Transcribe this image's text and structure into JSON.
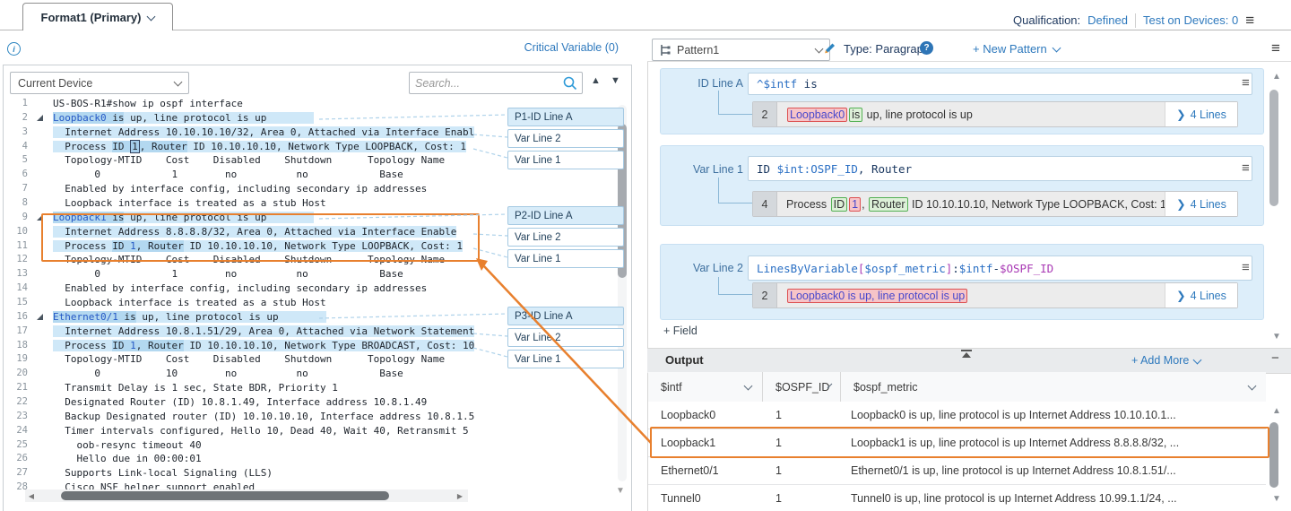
{
  "tab_bar": {
    "active_tab": "Format1 (Primary)",
    "add_tab": "+",
    "qualification_label": "Qualification:",
    "qualification_value": "Defined",
    "test_on_devices": "Test on Devices: 0"
  },
  "left_panel": {
    "critical_variable": "Critical Variable (0)",
    "device_selector": "Current Device",
    "search_placeholder": "Search...",
    "code_lines": [
      {
        "n": 1,
        "fold": false,
        "seg": [
          [
            "US-BOS-R1#show ip ospf interface",
            "p"
          ]
        ]
      },
      {
        "n": 2,
        "fold": true,
        "seg": [
          [
            "Loopback0",
            "b"
          ],
          [
            " is",
            "t"
          ],
          [
            " up, line protocol is up        ",
            "h"
          ]
        ]
      },
      {
        "n": 3,
        "fold": false,
        "seg": [
          [
            "  Internet Address 10.10.10.10/32, Area 0, Attached via Interface Enabl",
            "h"
          ]
        ]
      },
      {
        "n": 4,
        "fold": false,
        "seg": [
          [
            "  Process ",
            "h"
          ],
          [
            "ID ",
            "t"
          ],
          [
            "1",
            "x"
          ],
          [
            ", Router",
            "t"
          ],
          [
            " ID 10.10.10.10, Network Type LOOPBACK, Cost: 1",
            "h"
          ]
        ]
      },
      {
        "n": 5,
        "fold": false,
        "seg": [
          [
            "  Topology-MTID    Cost    Disabled    Shutdown      Topology Name",
            "p"
          ]
        ]
      },
      {
        "n": 6,
        "fold": false,
        "seg": [
          [
            "       0            1        no          no            Base",
            "p"
          ]
        ]
      },
      {
        "n": 7,
        "fold": false,
        "seg": [
          [
            "  Enabled by interface config, including secondary ip addresses",
            "p"
          ]
        ]
      },
      {
        "n": 8,
        "fold": false,
        "seg": [
          [
            "  Loopback interface is treated as a stub Host",
            "p"
          ]
        ]
      },
      {
        "n": 9,
        "fold": true,
        "seg": [
          [
            "Loopback1",
            "b"
          ],
          [
            " is",
            "t"
          ],
          [
            " up, line protocol is up        ",
            "h"
          ]
        ]
      },
      {
        "n": 10,
        "fold": false,
        "seg": [
          [
            "  Internet Address 8.8.8.8/32, Area 0, Attached via Interface Enable",
            "h"
          ]
        ]
      },
      {
        "n": 11,
        "fold": false,
        "seg": [
          [
            "  Process ",
            "h"
          ],
          [
            "ID ",
            "t"
          ],
          [
            "1",
            "bn"
          ],
          [
            ", Router",
            "t"
          ],
          [
            " ID 10.10.10.10, Network Type LOOPBACK, Cost: 1",
            "h"
          ]
        ]
      },
      {
        "n": 12,
        "fold": false,
        "seg": [
          [
            "  Topology-MTID    Cost    Disabled    Shutdown      Topology Name",
            "p"
          ]
        ]
      },
      {
        "n": 13,
        "fold": false,
        "seg": [
          [
            "       0            1        no          no            Base",
            "p"
          ]
        ]
      },
      {
        "n": 14,
        "fold": false,
        "seg": [
          [
            "  Enabled by interface config, including secondary ip addresses",
            "p"
          ]
        ]
      },
      {
        "n": 15,
        "fold": false,
        "seg": [
          [
            "  Loopback interface is treated as a stub Host",
            "p"
          ]
        ]
      },
      {
        "n": 16,
        "fold": true,
        "seg": [
          [
            "Ethernet0/1",
            "b"
          ],
          [
            " is",
            "t"
          ],
          [
            " up, line protocol is up        ",
            "h"
          ]
        ]
      },
      {
        "n": 17,
        "fold": false,
        "seg": [
          [
            "  Internet Address 10.8.1.51/29, Area 0, Attached via Network Statement",
            "h"
          ]
        ]
      },
      {
        "n": 18,
        "fold": false,
        "seg": [
          [
            "  Process ",
            "h"
          ],
          [
            "ID ",
            "t"
          ],
          [
            "1",
            "bn"
          ],
          [
            ", Router",
            "t"
          ],
          [
            " ID 10.10.10.10, Network Type BROADCAST, Cost: 10",
            "h"
          ]
        ]
      },
      {
        "n": 19,
        "fold": false,
        "seg": [
          [
            "  Topology-MTID    Cost    Disabled    Shutdown      Topology Name",
            "p"
          ]
        ]
      },
      {
        "n": 20,
        "fold": false,
        "seg": [
          [
            "       0           10        no          no            Base",
            "p"
          ]
        ]
      },
      {
        "n": 21,
        "fold": false,
        "seg": [
          [
            "  Transmit Delay is 1 sec, State BDR, Priority 1",
            "p"
          ]
        ]
      },
      {
        "n": 22,
        "fold": false,
        "seg": [
          [
            "  Designated Router (ID) 10.8.1.49, Interface address 10.8.1.49",
            "p"
          ]
        ]
      },
      {
        "n": 23,
        "fold": false,
        "seg": [
          [
            "  Backup Designated router (ID) 10.10.10.10, Interface address 10.8.1.5",
            "p"
          ]
        ]
      },
      {
        "n": 24,
        "fold": false,
        "seg": [
          [
            "  Timer intervals configured, Hello 10, Dead 40, Wait 40, Retransmit 5",
            "p"
          ]
        ]
      },
      {
        "n": 25,
        "fold": false,
        "seg": [
          [
            "    oob-resync timeout 40",
            "p"
          ]
        ]
      },
      {
        "n": 26,
        "fold": false,
        "seg": [
          [
            "    Hello due in 00:00:01",
            "p"
          ]
        ]
      },
      {
        "n": 27,
        "fold": false,
        "seg": [
          [
            "  Supports Link-local Signaling (LLS)",
            "p"
          ]
        ]
      },
      {
        "n": 28,
        "fold": false,
        "seg": [
          [
            "  Cisco NSF helper support enabled",
            "p"
          ]
        ]
      }
    ],
    "labels": [
      {
        "text": "P1-ID Line A",
        "type": "id"
      },
      {
        "text": "Var Line 2",
        "type": "var"
      },
      {
        "text": "Var Line 1",
        "type": "var"
      },
      {
        "text": "P2-ID Line A",
        "type": "id"
      },
      {
        "text": "Var Line 2",
        "type": "var"
      },
      {
        "text": "Var Line 1",
        "type": "var"
      },
      {
        "text": "P3-ID Line A",
        "type": "id"
      },
      {
        "text": "Var Line 2",
        "type": "var"
      },
      {
        "text": "Var Line 1",
        "type": "var"
      }
    ]
  },
  "pattern_panel": {
    "pattern_selector": "Pattern1",
    "type_label": "Type: Paragraph",
    "help_icon": "?",
    "new_pattern_label": "+ New Pattern",
    "add_field_label": "+ Field",
    "sections": [
      {
        "label": "ID Line A",
        "expr": [
          [
            "^$intf",
            "kw"
          ],
          [
            " is",
            "d"
          ]
        ],
        "line_no": "2",
        "match": [
          [
            "Loopback0",
            "red"
          ],
          [
            "is",
            "grn"
          ],
          [
            " up, line protocol is up",
            "pl"
          ]
        ],
        "lines_link": "4 Lines"
      },
      {
        "label": "Var Line 1",
        "expr": [
          [
            "ID ",
            "d"
          ],
          [
            "$int:OSPF_ID",
            "kw"
          ],
          [
            ", Router",
            "d"
          ]
        ],
        "line_no": "4",
        "match": [
          [
            "Process ",
            "pl"
          ],
          [
            "ID",
            "grn"
          ],
          [
            "1",
            "red"
          ],
          [
            ", ",
            "pl"
          ],
          [
            "Router",
            "grn"
          ],
          [
            " ID 10.10.10.10, Network Type LOOPBACK, Cost: 1",
            "pl"
          ]
        ],
        "lines_link": "4 Lines"
      },
      {
        "label": "Var Line 2",
        "expr": [
          [
            "LinesByVariable",
            "kw"
          ],
          [
            "[",
            "mag"
          ],
          [
            "$ospf_metric",
            "kw"
          ],
          [
            "]",
            "mag"
          ],
          [
            ":",
            "d"
          ],
          [
            "$intf",
            "kw"
          ],
          [
            "-",
            "d"
          ],
          [
            "$OSPF_ID",
            "mag"
          ]
        ],
        "line_no": "2",
        "match": [
          [
            "Loopback0 is up, line protocol is up",
            "red"
          ]
        ],
        "lines_link": "4 Lines"
      }
    ]
  },
  "output_panel": {
    "title": "Output",
    "add_more_label": "+ Add More",
    "columns": [
      "$intf",
      "$OSPF_ID",
      "$ospf_metric"
    ],
    "rows": [
      [
        "Loopback0",
        "1",
        "Loopback0 is up, line protocol is up Internet Address 10.10.10.1..."
      ],
      [
        "Loopback1",
        "1",
        "Loopback1 is up, line protocol is up Internet Address 8.8.8.8/32, ..."
      ],
      [
        "Ethernet0/1",
        "1",
        "Ethernet0/1 is up, line protocol is up Internet Address 10.8.1.51/..."
      ],
      [
        "Tunnel0",
        "1",
        "Tunnel0 is up, line protocol is up Internet Address 10.99.1.1/24, ..."
      ]
    ],
    "highlighted_row_index": 1
  },
  "colors": {
    "accent_orange": "#e8802e",
    "link_blue": "#2e79bd",
    "code_highlight": "#cfe8f8",
    "match_red": "#dd5252",
    "match_green": "#54b054"
  }
}
